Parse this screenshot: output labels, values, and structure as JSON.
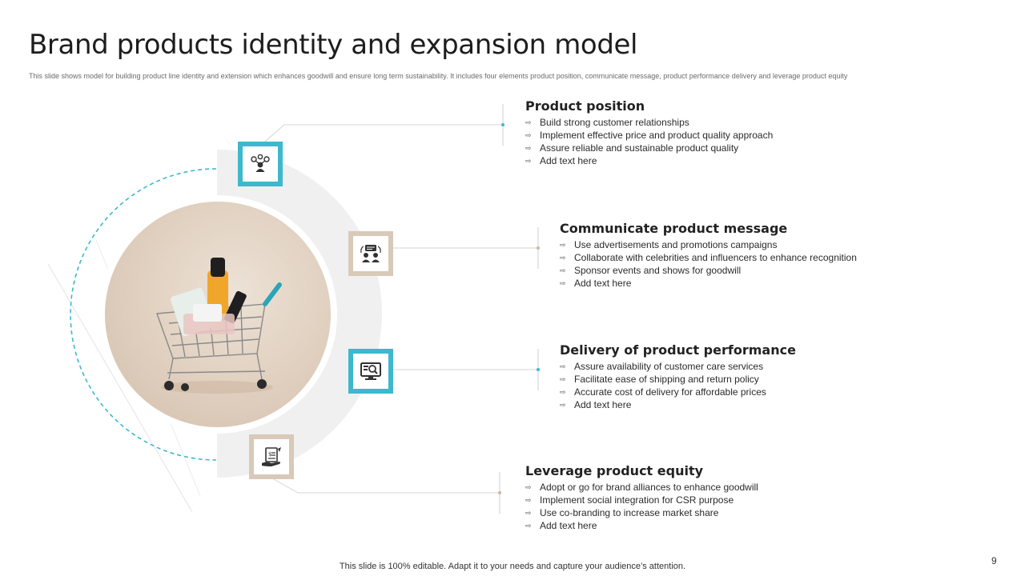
{
  "slide": {
    "title": "Brand products identity and expansion model",
    "subtitle": "This slide shows model for building product line identity and extension which enhances goodwill and ensure long term sustainability. It includes four elements product position, communicate message, product performance delivery and leverage product equity",
    "footer": "This slide is 100% editable. Adapt it to your needs and capture your audience’s attention.",
    "page_number": "9"
  },
  "colors": {
    "accent_teal": "#3db8cc",
    "accent_tan": "#d8c9b8",
    "ring_gray": "#f0f0f0"
  },
  "sections": [
    {
      "title": "Product position",
      "icon": "people-network-icon",
      "bullets": [
        "Build strong customer relationships",
        "Implement effective price and product quality approach",
        "Assure reliable and sustainable product quality",
        "Add text here"
      ]
    },
    {
      "title": "Communicate product message",
      "icon": "chat-people-icon",
      "bullets": [
        "Use advertisements and promotions campaigns",
        "Collaborate with celebrities and influencers to enhance recognition",
        "Sponsor events and shows for goodwill",
        "Add text here"
      ]
    },
    {
      "title": "Delivery of product performance",
      "icon": "monitor-search-icon",
      "bullets": [
        "Assure availability of customer care services",
        "Facilitate ease of shipping and return policy",
        "Accurate cost of delivery for affordable prices",
        "Add text here"
      ]
    },
    {
      "title": "Leverage product equity",
      "icon": "hand-document-icon",
      "bullets": [
        "Adopt or go for brand alliances to enhance goodwill",
        "Implement social integration for CSR purpose",
        "Use co-branding to increase market share",
        "Add text here"
      ]
    }
  ],
  "image": {
    "label": "shopping-cart-with-cosmetics"
  }
}
